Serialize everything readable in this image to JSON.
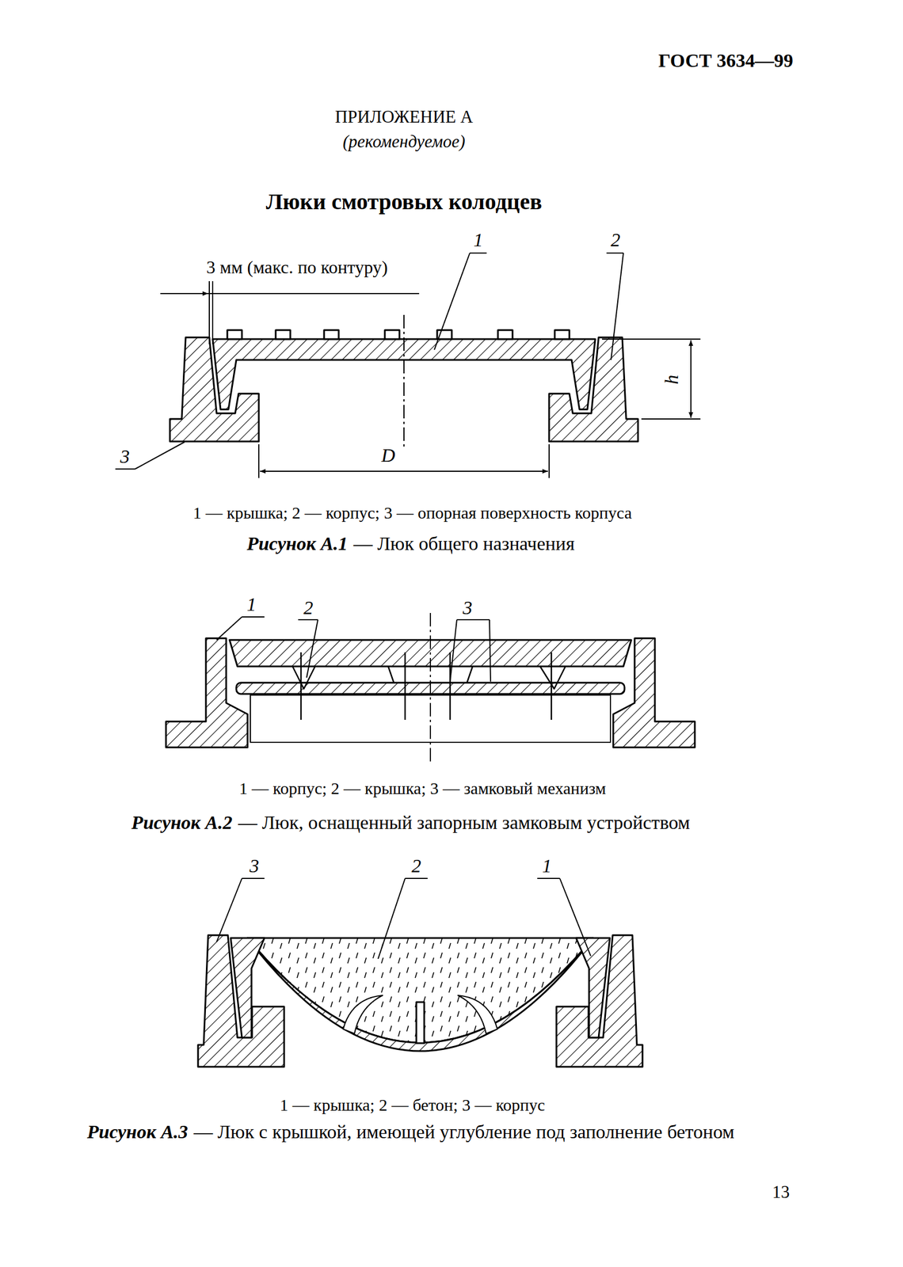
{
  "diagram": {
    "title": "Люки смотровых колодцев",
    "labels": [
      "ГОСТ 3634—99",
      "ПРИЛОЖЕНИЕ А",
      "(рекомендуемое)",
      "1",
      "2",
      "3 мм (макс. по контуру)",
      "h",
      "3",
      "D",
      "1 — крышка; 2 — корпус; 3 — опорная поверхность корпуса",
      "Рисунок А.1",
      "— Люк общего назначения",
      "1",
      "2",
      "3",
      "1 — корпус; 2 — крышка; 3 — замковый механизм",
      "Рисунок А.2",
      "— Люк, оснащенный запорным замковым устройством",
      "3",
      "2",
      "1",
      "1 — крышка; 2 — бетон; 3 — корпус",
      "Рисунок А.3",
      "— Люк с крышкой, имеющей углубление под заполнение бетоном",
      "13"
    ]
  }
}
